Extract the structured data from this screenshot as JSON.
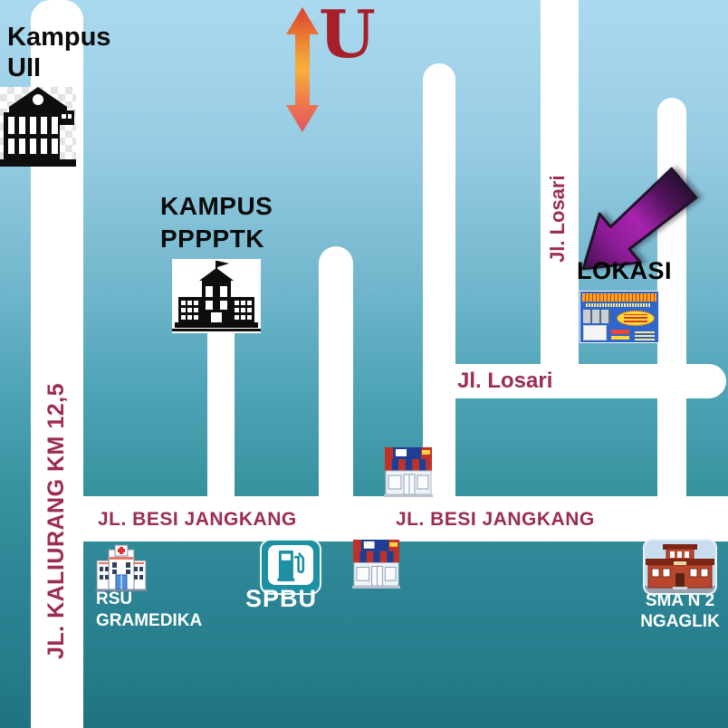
{
  "compass": {
    "north_letter": "U"
  },
  "landmarks": {
    "kampus_uii": {
      "line1": "Kampus",
      "line2": "UII"
    },
    "kampus_ppptk": {
      "line1": "KAMPUS",
      "line2": "PPPPTK"
    },
    "lokasi_label": "LOKASI",
    "rsu": {
      "line1": "RSU",
      "line2": "GRAMEDIKA"
    },
    "spbu": {
      "label": "SPBU"
    },
    "sma": {
      "line1": "SMA N 2",
      "line2": "NGAGLIK"
    }
  },
  "road_labels": {
    "kaliurang": "JL. KALIURANG KM 12,5",
    "losari_vertical": "Jl. Losari",
    "losari_horizontal": "Jl. Losari",
    "besi_jangkang_west": "JL. BESI JANGKANG",
    "besi_jangkang_east": "JL. BESI JANGKANG"
  },
  "colors": {
    "road": "#ffffff",
    "road_label": "#9c2b55",
    "north_letter": "#a71f2a",
    "location_arrow_purple": "#a723ae",
    "background_top": "#abd9ef",
    "background_bottom": "#1f7282",
    "spbu_teal": "#1d91a1"
  }
}
